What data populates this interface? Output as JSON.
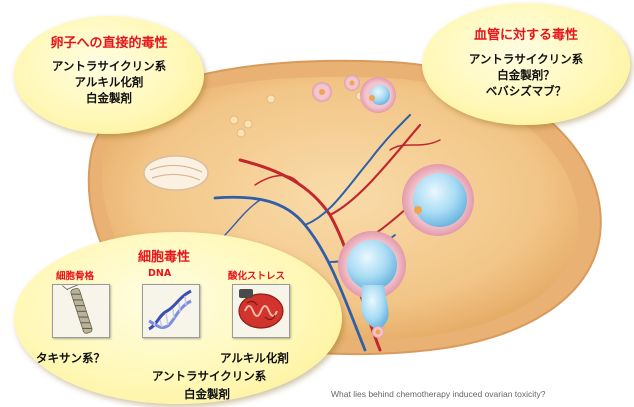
{
  "oocyte_toxicity": {
    "title": "卵子への直接的毒性",
    "items": [
      "アントラサイクリン系",
      "アルキル化剤",
      "白金製剤"
    ]
  },
  "vascular_toxicity": {
    "title": "血管に対する毒性",
    "items": [
      "アントラサイクリン系",
      "白金製剤？",
      "ベバシズマブ？"
    ]
  },
  "cytotoxicity": {
    "title": "細胞毒性",
    "panels": [
      {
        "label": "細胞骨格",
        "icon": "microtubule-icon"
      },
      {
        "label": "DNA",
        "icon": "dna-helix-icon"
      },
      {
        "label": "酸化ストレス",
        "icon": "mitochondria-icon"
      }
    ],
    "items": [
      "タキサン系？",
      "アルキル化剤",
      "アントラサイクリン系",
      "白金製剤"
    ]
  },
  "caption": "What lies behind chemotherapy   induced ovarian toxicity?",
  "colors": {
    "title_red": "#e8141c",
    "bubble_yellow": "#fff6b0",
    "ovary_fill": "#f4c98a",
    "ovary_rim": "#e8a960",
    "artery_red": "#c1272d",
    "vein_blue": "#2f5fa8",
    "follicle_blue": "#a9dcf4"
  }
}
